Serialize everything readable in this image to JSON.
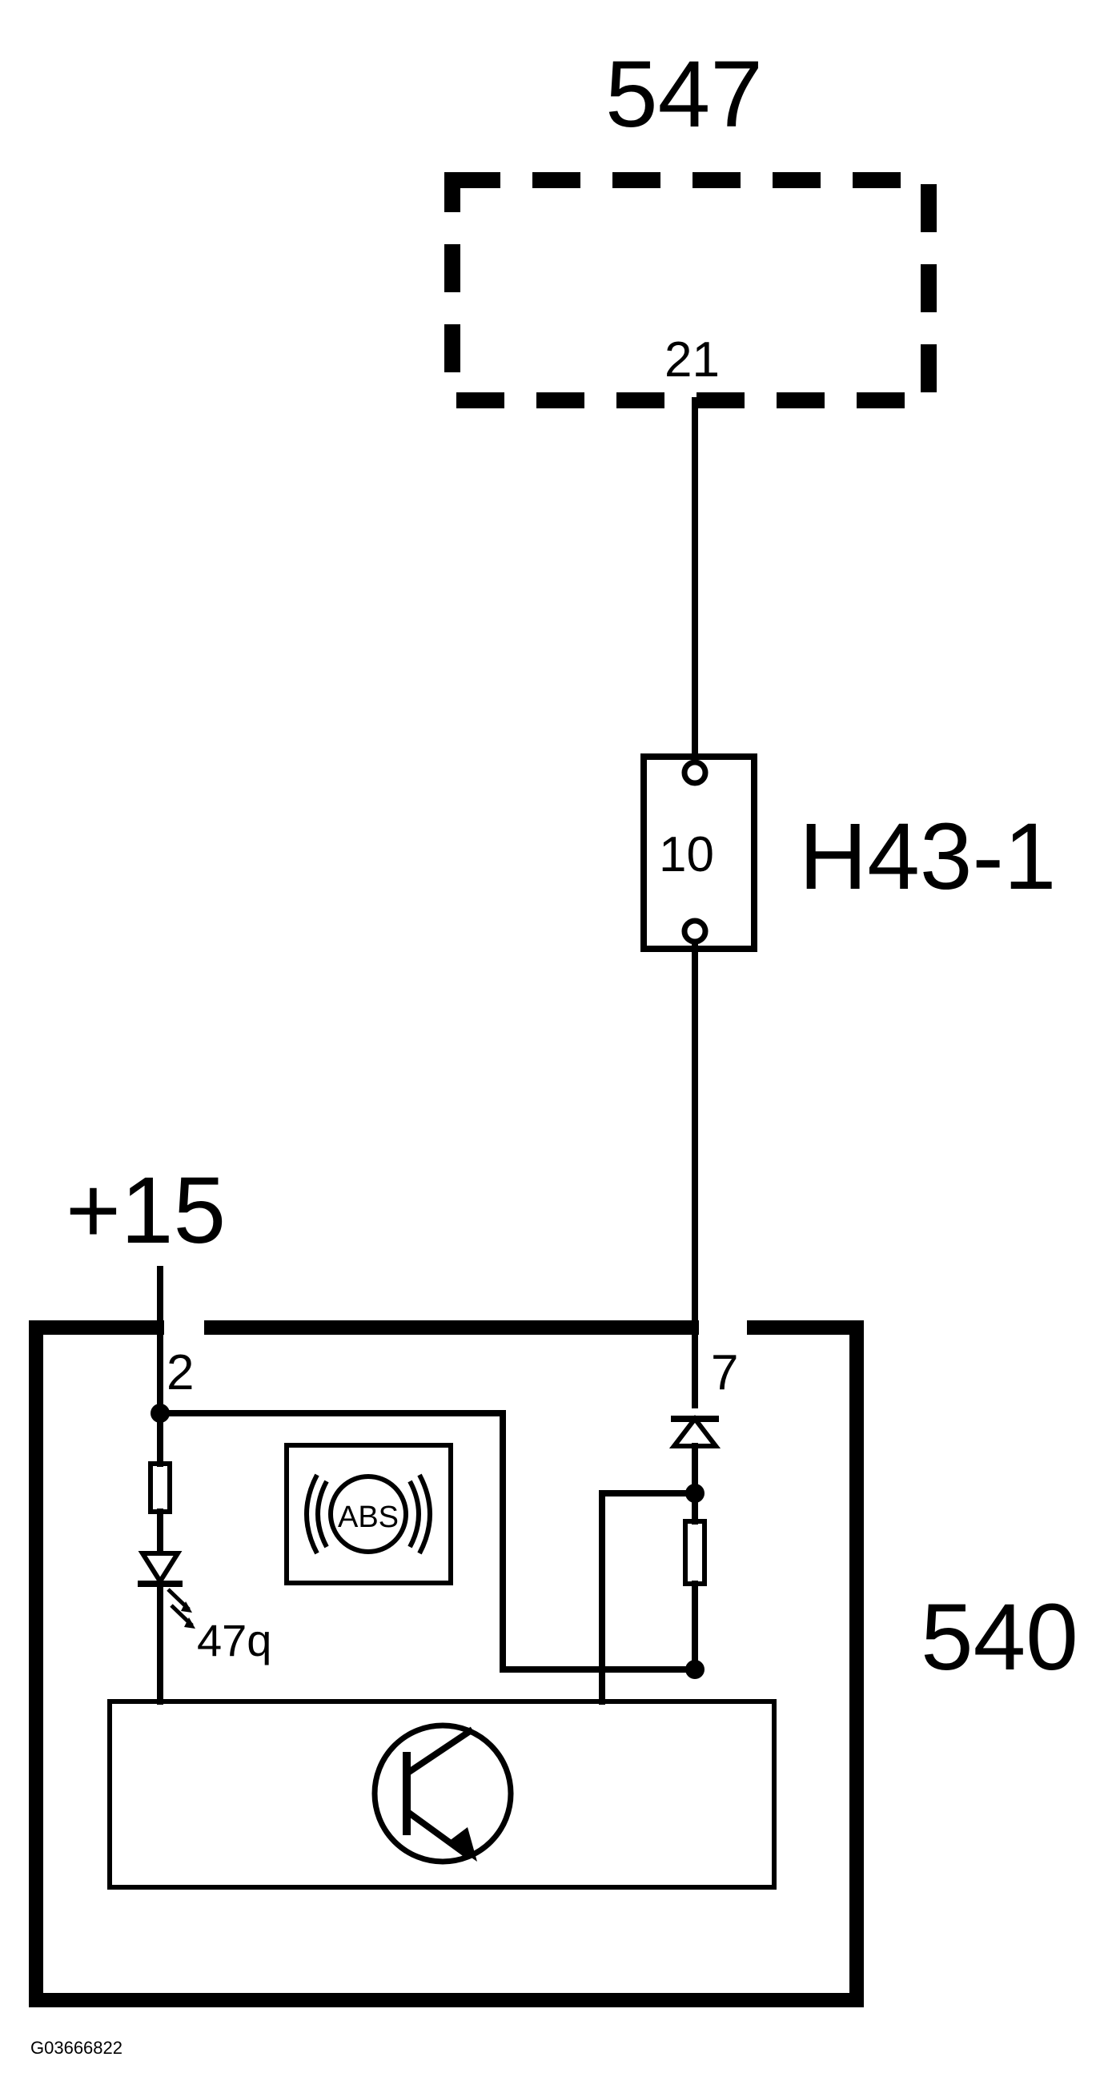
{
  "components": {
    "module_547": {
      "label": "547",
      "pin": "21"
    },
    "connector_h43": {
      "label": "H43-1",
      "pin": "10"
    },
    "supply": {
      "label": "+15"
    },
    "module_540": {
      "label": "540",
      "pin_left": "2",
      "pin_right": "7",
      "led_ref": "47q"
    },
    "abs_warning_lamp": {
      "text": "ABS"
    }
  },
  "footer": {
    "figure_id": "G03666822"
  },
  "colors": {
    "ink": "#000000",
    "background": "#ffffff"
  },
  "icons": [
    "abs-warning-icon",
    "npn-transistor-icon",
    "led-icon",
    "resistor-icon",
    "diode-icon"
  ]
}
